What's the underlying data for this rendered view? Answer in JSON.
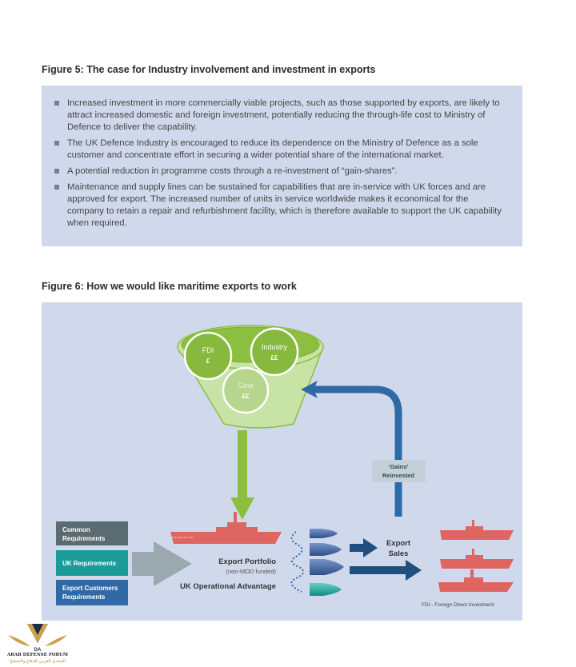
{
  "figure5": {
    "title": "Figure 5:  The case for Industry involvement and investment in exports",
    "bullets": [
      "Increased investment in more commercially viable projects, such as those supported by exports, are likely to attract increased domestic and foreign investment, potentially reducing the through-life cost to Ministry of Defence to deliver the capability.",
      "The UK Defence Industry is encouraged to reduce its dependence on the Ministry of Defence as a sole customer and concentrate effort in securing a wider potential share of the international market.",
      "A potential reduction in programme costs through a re-investment of “gain-shares”.",
      "Maintenance and supply lines can be sustained for capabilities that are in-service with UK forces and are approved for export. The increased number of units in service worldwide makes it economical for the company to retain a repair and refurbishment facility, which is therefore available to support the UK capability when required."
    ]
  },
  "figure6": {
    "title": "Figure 6:  How we would like maritime exports to work",
    "funnel": {
      "fdi": {
        "label": "FDI",
        "amount": "£"
      },
      "industry": {
        "label": "Industry",
        "amount": "££"
      },
      "govt": {
        "label": "Govt",
        "amount": "££"
      }
    },
    "gains_label": [
      "‘Gains’",
      "Reinvested"
    ],
    "requirements": [
      "Common",
      "Requirements",
      "UK Requirements",
      "Export Customers",
      "Requirements"
    ],
    "export_portfolio": "Export Portfolio",
    "non_mod": "(non-MOD funded)",
    "uk_advantage": "UK Operational Advantage",
    "export_sales": [
      "Export",
      "Sales"
    ],
    "fdi_note": "FDI - Foreign Direct Investment",
    "colors": {
      "common": "#5b6b72",
      "uk": "#1b9a9a",
      "export": "#2f6aa6",
      "ship": "#df6560",
      "arrow_blue": "#1f4f7e",
      "green": "#8cbf3f"
    }
  },
  "watermark": {
    "name": "ARAB DEFENSE FORUM",
    "arabic": "المنتدى العربي للدفاع والتسليح",
    "initials": "DA"
  }
}
